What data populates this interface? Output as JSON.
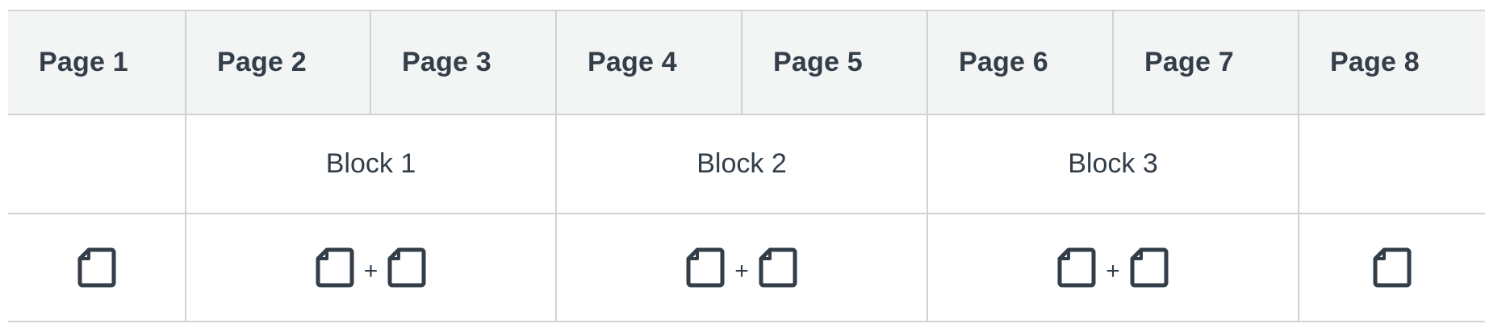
{
  "pages": [
    "Page 1",
    "Page 2",
    "Page 3",
    "Page 4",
    "Page 5",
    "Page 6",
    "Page 7",
    "Page 8"
  ],
  "blocks": [
    "Block 1",
    "Block 2",
    "Block 3"
  ],
  "icons": {
    "document": "document-icon",
    "plus": "+"
  },
  "colors": {
    "text": "#333e48",
    "header_bg": "#f3f4f4",
    "border": "#d0d2d3"
  }
}
